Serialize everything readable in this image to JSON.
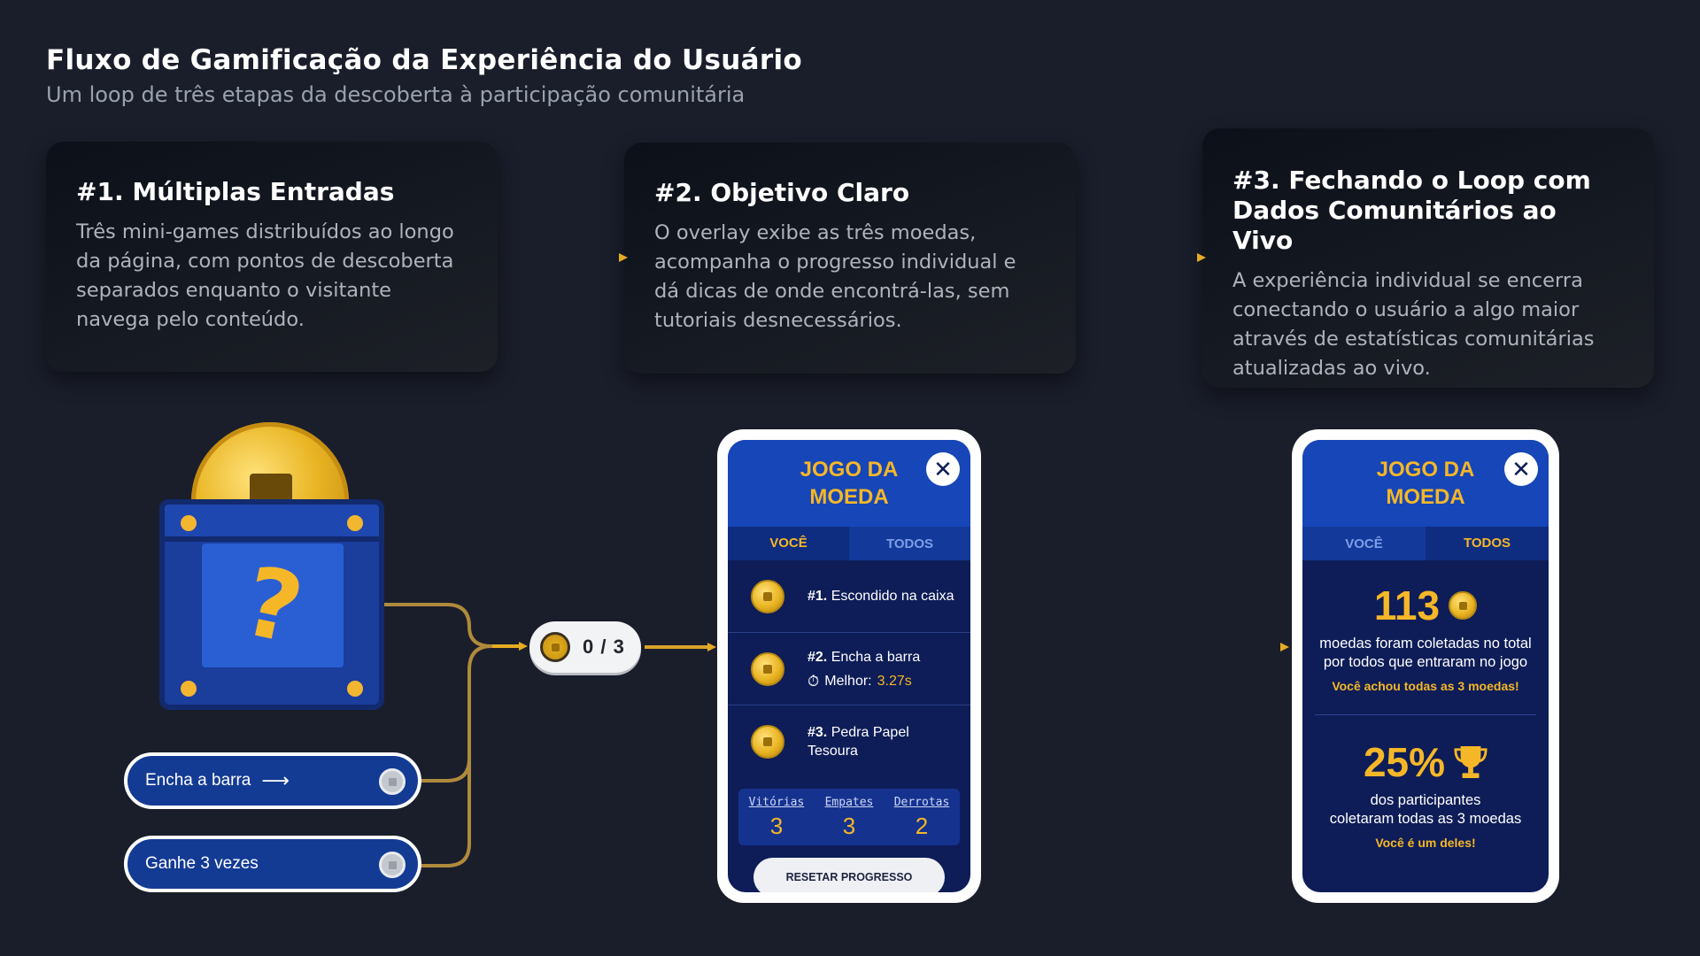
{
  "header": {
    "title": "Fluxo de Gamificação da Experiência do Usuário",
    "subtitle": "Um loop de três etapas da descoberta à participação comunitária"
  },
  "cards": [
    {
      "title": "#1. Múltiplas Entradas",
      "text": "Três mini-games distribuídos ao longo da página, com pontos de descoberta separados enquanto o visitante navega pelo conteúdo."
    },
    {
      "title": "#2. Objetivo Claro",
      "text": "O overlay exibe as três moedas, acompanha o progresso individual e dá dicas de onde encontrá-las, sem tutoriais desnecessários."
    },
    {
      "title": "#3.  Fechando o Loop com Dados Comunitários ao Vivo",
      "text": "A experiência individual se encerra conectando o usuário a algo maior através de estatísticas comunitárias atualizadas ao vivo."
    }
  ],
  "entry_buttons": [
    {
      "label": "Encha a barra"
    },
    {
      "label": "Ganhe 3 vezes"
    }
  ],
  "counter": {
    "text": "0 / 3"
  },
  "phone_you": {
    "title": "JOGO DA MOEDA",
    "close": "✕",
    "tabs": [
      "VOCÊ",
      "TODOS"
    ],
    "active_tab": "VOCÊ",
    "quests": [
      {
        "num": "#1.",
        "label": "Escondido na caixa"
      },
      {
        "num": "#2.",
        "label": "Encha a barra",
        "best_label": "Melhor:",
        "best_value": "3.27s"
      },
      {
        "num": "#3.",
        "label": "Pedra Papel Tesoura"
      }
    ],
    "scores": [
      {
        "label": "Vitórias",
        "value": "3"
      },
      {
        "label": "Empates",
        "value": "3"
      },
      {
        "label": "Derrotas",
        "value": "2"
      }
    ],
    "reset_label": "RESETAR PROGRESSO"
  },
  "phone_all": {
    "title": "JOGO DA MOEDA",
    "close": "✕",
    "tabs": [
      "VOCÊ",
      "TODOS"
    ],
    "active_tab": "TODOS",
    "stat1": {
      "value": "113",
      "text_line1": "moedas foram coletadas no total",
      "text_line2": "por todos que entraram no jogo",
      "note": "Você achou todas as 3 moedas!"
    },
    "stat2": {
      "value": "25%",
      "text_line1": "dos participantes",
      "text_line2": "coletaram todas as 3 moedas",
      "note": "Você é um deles!"
    }
  },
  "colors": {
    "background": "#1a1e2b",
    "accent_gold": "#f5b728",
    "connector": "#d9a32a",
    "phone_blue": "#1646b8",
    "phone_dark": "#0e1d57"
  },
  "icons": [
    "coin-icon",
    "question-mark-icon",
    "arrow-right-icon",
    "close-icon",
    "stopwatch-icon",
    "trophy-icon"
  ]
}
